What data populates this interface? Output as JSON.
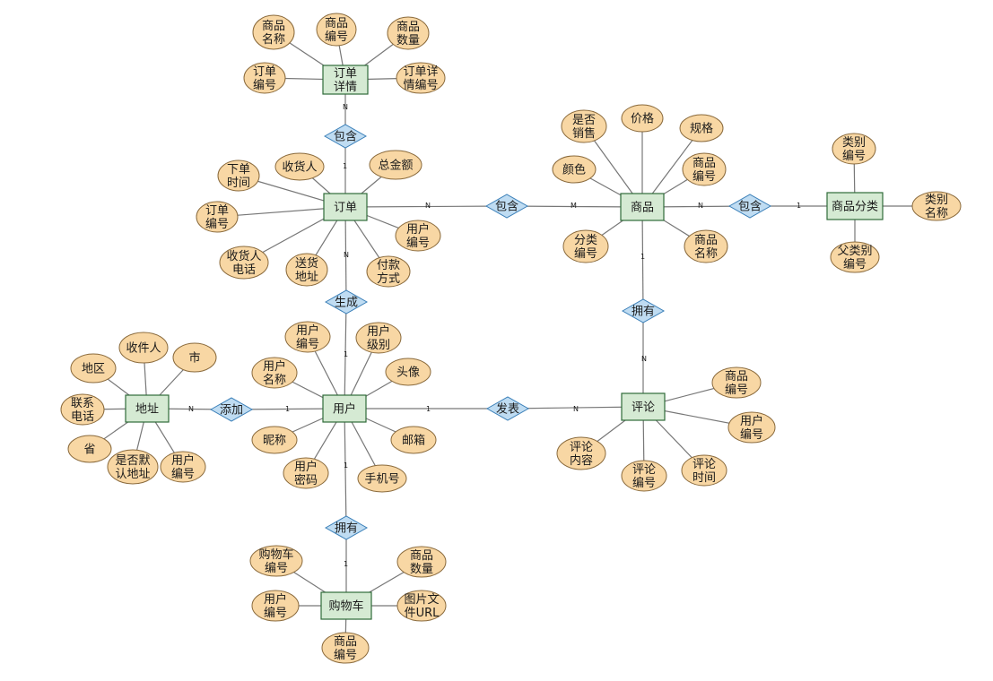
{
  "colors": {
    "entity_fill": "#d5ead3",
    "entity_stroke": "#2f6b3a",
    "relation_fill": "#bfdcf2",
    "relation_stroke": "#3a7fb8",
    "attribute_fill": "#f8d7a4",
    "attribute_stroke": "#8a6a3c",
    "edge": "#777777"
  },
  "entities": [
    {
      "id": "order_detail",
      "lines": [
        "订单",
        "详情"
      ]
    },
    {
      "id": "order",
      "lines": [
        "订单"
      ]
    },
    {
      "id": "product",
      "lines": [
        "商品"
      ]
    },
    {
      "id": "category",
      "lines": [
        "商品分类"
      ]
    },
    {
      "id": "user",
      "lines": [
        "用户"
      ]
    },
    {
      "id": "address",
      "lines": [
        "地址"
      ]
    },
    {
      "id": "review",
      "lines": [
        "评论"
      ]
    },
    {
      "id": "cart",
      "lines": [
        "购物车"
      ]
    }
  ],
  "relationships": [
    {
      "id": "r_order_detail",
      "label": "包含",
      "card_a": "N",
      "card_b": "1"
    },
    {
      "id": "r_order_product",
      "label": "包含",
      "card_a": "N",
      "card_b": "M"
    },
    {
      "id": "r_product_category",
      "label": "包含",
      "card_a": "N",
      "card_b": "1"
    },
    {
      "id": "r_generate",
      "label": "生成",
      "card_a": "N",
      "card_b": "1"
    },
    {
      "id": "r_product_review",
      "label": "拥有",
      "card_a": "1",
      "card_b": "N"
    },
    {
      "id": "r_add",
      "label": "添加",
      "card_a": "N",
      "card_b": "1"
    },
    {
      "id": "r_post",
      "label": "发表",
      "card_a": "1",
      "card_b": "N"
    },
    {
      "id": "r_cart",
      "label": "拥有",
      "card_a": "1",
      "card_b": "1"
    }
  ],
  "attributes": [
    {
      "id": "od_name",
      "owner": "order_detail",
      "lines": [
        "商品",
        "名称"
      ]
    },
    {
      "id": "od_pid",
      "owner": "order_detail",
      "lines": [
        "商品",
        "编号"
      ]
    },
    {
      "id": "od_qty",
      "owner": "order_detail",
      "lines": [
        "商品",
        "数量"
      ]
    },
    {
      "id": "od_oid",
      "owner": "order_detail",
      "lines": [
        "订单",
        "编号"
      ]
    },
    {
      "id": "od_did",
      "owner": "order_detail",
      "lines": [
        "订单详",
        "情编号"
      ]
    },
    {
      "id": "o_time",
      "owner": "order",
      "lines": [
        "下单",
        "时间"
      ]
    },
    {
      "id": "o_recv",
      "owner": "order",
      "lines": [
        "收货人"
      ]
    },
    {
      "id": "o_total",
      "owner": "order",
      "lines": [
        "总金额"
      ]
    },
    {
      "id": "o_id",
      "owner": "order",
      "lines": [
        "订单",
        "编号"
      ]
    },
    {
      "id": "o_uid",
      "owner": "order",
      "lines": [
        "用户",
        "编号"
      ]
    },
    {
      "id": "o_phone",
      "owner": "order",
      "lines": [
        "收货人",
        "电话"
      ]
    },
    {
      "id": "o_addr",
      "owner": "order",
      "lines": [
        "送货",
        "地址"
      ]
    },
    {
      "id": "o_pay",
      "owner": "order",
      "lines": [
        "付款",
        "方式"
      ]
    },
    {
      "id": "p_onsale",
      "owner": "product",
      "lines": [
        "是否",
        "销售"
      ]
    },
    {
      "id": "p_price",
      "owner": "product",
      "lines": [
        "价格"
      ]
    },
    {
      "id": "p_spec",
      "owner": "product",
      "lines": [
        "规格"
      ]
    },
    {
      "id": "p_color",
      "owner": "product",
      "lines": [
        "颜色"
      ]
    },
    {
      "id": "p_id",
      "owner": "product",
      "lines": [
        "商品",
        "编号"
      ]
    },
    {
      "id": "p_cid",
      "owner": "product",
      "lines": [
        "分类",
        "编号"
      ]
    },
    {
      "id": "p_name",
      "owner": "product",
      "lines": [
        "商品",
        "名称"
      ]
    },
    {
      "id": "c_id",
      "owner": "category",
      "lines": [
        "类别",
        "编号"
      ]
    },
    {
      "id": "c_name",
      "owner": "category",
      "lines": [
        "类别",
        "名称"
      ]
    },
    {
      "id": "c_pid",
      "owner": "category",
      "lines": [
        "父类别",
        "编号"
      ]
    },
    {
      "id": "u_id",
      "owner": "user",
      "lines": [
        "用户",
        "编号"
      ]
    },
    {
      "id": "u_level",
      "owner": "user",
      "lines": [
        "用户",
        "级别"
      ]
    },
    {
      "id": "u_name",
      "owner": "user",
      "lines": [
        "用户",
        "名称"
      ]
    },
    {
      "id": "u_avatar",
      "owner": "user",
      "lines": [
        "头像"
      ]
    },
    {
      "id": "u_nick",
      "owner": "user",
      "lines": [
        "昵称"
      ]
    },
    {
      "id": "u_email",
      "owner": "user",
      "lines": [
        "邮箱"
      ]
    },
    {
      "id": "u_pwd",
      "owner": "user",
      "lines": [
        "用户",
        "密码"
      ]
    },
    {
      "id": "u_phone",
      "owner": "user",
      "lines": [
        "手机号"
      ]
    },
    {
      "id": "a_recv",
      "owner": "address",
      "lines": [
        "收件人"
      ]
    },
    {
      "id": "a_region",
      "owner": "address",
      "lines": [
        "地区"
      ]
    },
    {
      "id": "a_city",
      "owner": "address",
      "lines": [
        "市"
      ]
    },
    {
      "id": "a_phone",
      "owner": "address",
      "lines": [
        "联系",
        "电话"
      ]
    },
    {
      "id": "a_prov",
      "owner": "address",
      "lines": [
        "省"
      ]
    },
    {
      "id": "a_default",
      "owner": "address",
      "lines": [
        "是否默",
        "认地址"
      ]
    },
    {
      "id": "a_uid",
      "owner": "address",
      "lines": [
        "用户",
        "编号"
      ]
    },
    {
      "id": "rv_pid",
      "owner": "review",
      "lines": [
        "商品",
        "编号"
      ]
    },
    {
      "id": "rv_uid",
      "owner": "review",
      "lines": [
        "用户",
        "编号"
      ]
    },
    {
      "id": "rv_content",
      "owner": "review",
      "lines": [
        "评论",
        "内容"
      ]
    },
    {
      "id": "rv_id",
      "owner": "review",
      "lines": [
        "评论",
        "编号"
      ]
    },
    {
      "id": "rv_time",
      "owner": "review",
      "lines": [
        "评论",
        "时间"
      ]
    },
    {
      "id": "ct_id",
      "owner": "cart",
      "lines": [
        "购物车",
        "编号"
      ]
    },
    {
      "id": "ct_qty",
      "owner": "cart",
      "lines": [
        "商品",
        "数量"
      ]
    },
    {
      "id": "ct_uid",
      "owner": "cart",
      "lines": [
        "用户",
        "编号"
      ]
    },
    {
      "id": "ct_img",
      "owner": "cart",
      "lines": [
        "图片文",
        "件URL"
      ]
    },
    {
      "id": "ct_pid",
      "owner": "cart",
      "lines": [
        "商品",
        "编号"
      ]
    }
  ]
}
